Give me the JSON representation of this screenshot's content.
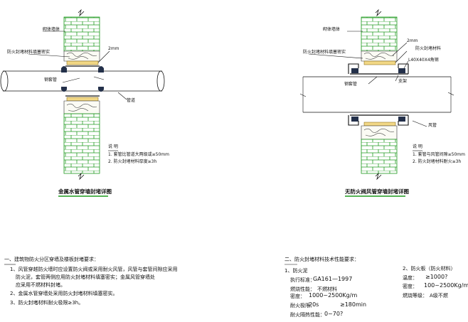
{
  "left_detail": {
    "label_wall": "砌体墙体",
    "label_sealant": "防火封堵材料填塞密实",
    "label_gap": "2mm",
    "label_steel_sleeve": "钢套管",
    "label_pipe": "管道",
    "note_title": "说 明",
    "note_1": "1. 套管比管道大两级或≥50mm",
    "note_2": "2. 防火封堵材料厚度≥3h",
    "title": "金属水管穿墙封堵详图"
  },
  "right_detail": {
    "label_wall": "砌体墙体",
    "label_gap": "2mm",
    "label_sealant_top": "防火封堵材料",
    "label_angle": "L40X40X4角钢",
    "label_sealant_left": "防火封堵材料填塞密实",
    "label_sleeve": "钢套管",
    "label_support": "支架",
    "label_duct": "风管",
    "note_title": "说 明",
    "note_1": "1. 套管与风管间隙≥50mm",
    "note_2": "2. 防火封堵材料耐火≥3h",
    "title": "无防火阀风管穿墙封堵详图"
  },
  "bottom_left": {
    "heading": "一、建筑物防火分区穿墙及楼板封堵要求：",
    "item_1a": "1、风管穿越防火墙时应设置防火阀或采用耐火风管，风管与套管间隙应采用",
    "item_1b": "防火泥，套管两侧应用防火封堵材料填塞密实；金属风管穿墙处",
    "item_1c": "应采用不燃材料封堵。",
    "item_2": "2、金属水管穿墙处采用防火封堵材料填塞密实。",
    "item_3": "3、防火封堵材料耐火极限≥3h。"
  },
  "bottom_right": {
    "heading": "二、防火封堵材料技术性能要求：",
    "col1_title": "1、防火泥",
    "std_label": "执行标准：",
    "std_value": "GA161—1997",
    "flam_label": "燃烧性能：",
    "flam_value": "不燃材料",
    "density_label": "密度：",
    "density_value": "1000~2500Kg/m",
    "time_label": "耐火极限：",
    "time_value_a": "20s",
    "time_value_b": "≥180min",
    "ratio_label": "耐火隔热性能：",
    "ratio_value": "0~70?",
    "col2_title": "2、防火板（防火材料）",
    "temp_label": "温度：",
    "temp_value": "≥1000?",
    "density2_label": "密度：",
    "density2_value": "100~2500Kg/m",
    "grade_label": "燃烧等级：",
    "grade_value": "A级不燃"
  }
}
